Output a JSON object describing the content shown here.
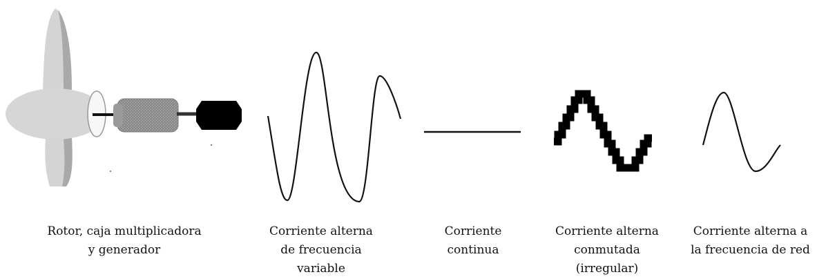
{
  "stages": [
    {
      "id": "turbine",
      "caption": "Rotor, caja multiplicadora\ny generador"
    },
    {
      "id": "variable-ac",
      "caption": "Corriente alterna\nde frecuencia\nvariable"
    },
    {
      "id": "dc",
      "caption": "Corriente\ncontinua"
    },
    {
      "id": "switched-ac",
      "caption": "Corriente alterna\nconmutada\n(irregular)"
    },
    {
      "id": "grid-ac",
      "caption": "Corriente alterna a\nla frecuencia de red"
    }
  ]
}
